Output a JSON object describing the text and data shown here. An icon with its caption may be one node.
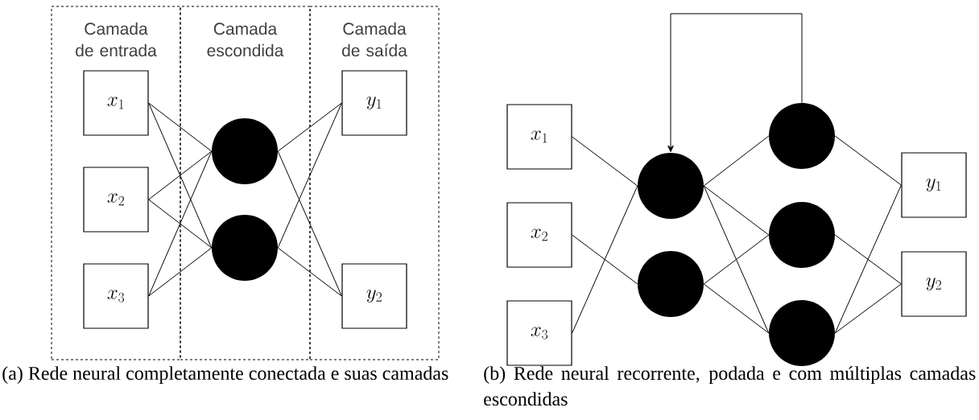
{
  "diagram": {
    "nodes": [
      {
        "text": [
          "Camada de entrada"
        ]
      },
      {
        "text": [
          "Camada escondida"
        ]
      },
      {
        "text": [
          "Camada de saída"
        ]
      },
      {
        "text": [
          "x_1"
        ],
        "in": 0
      },
      {
        "text": [
          "x_2"
        ],
        "in": 0
      },
      {
        "text": [
          "x_3"
        ],
        "in": 0
      },
      {
        "text": [],
        "shape": "circle",
        "in": 1
      },
      {
        "text": [],
        "shape": "circle",
        "in": 1
      },
      {
        "text": [
          "y_1"
        ],
        "in": 2
      },
      {
        "text": [
          "y_2"
        ],
        "in": 2
      },
      {
        "text": [
          "x_1"
        ]
      },
      {
        "text": [
          "x_2"
        ]
      },
      {
        "text": [
          "x_3"
        ]
      },
      {
        "text": [],
        "shape": "circle"
      },
      {
        "text": [],
        "shape": "circle"
      },
      {
        "text": [],
        "shape": "circle"
      },
      {
        "text": [],
        "shape": "circle"
      },
      {
        "text": [],
        "shape": "circle"
      },
      {
        "text": [
          "y_1"
        ]
      },
      {
        "text": [
          "y_2"
        ]
      }
    ],
    "edges": [
      {
        "from": 3,
        "to": 6,
        "arrow": "none"
      },
      {
        "from": 3,
        "to": 7,
        "arrow": "none"
      },
      {
        "from": 4,
        "to": 6,
        "arrow": "none"
      },
      {
        "from": 4,
        "to": 7,
        "arrow": "none"
      },
      {
        "from": 5,
        "to": 6,
        "arrow": "none"
      },
      {
        "from": 5,
        "to": 7,
        "arrow": "none"
      },
      {
        "from": 6,
        "to": 8,
        "arrow": "none"
      },
      {
        "from": 6,
        "to": 9,
        "arrow": "none"
      },
      {
        "from": 7,
        "to": 8,
        "arrow": "none"
      },
      {
        "from": 7,
        "to": 9,
        "arrow": "none"
      },
      {
        "from": 10,
        "to": 13,
        "arrow": "none"
      },
      {
        "from": 11,
        "to": 14,
        "arrow": "none"
      },
      {
        "from": 12,
        "to": 13,
        "arrow": "none"
      },
      {
        "from": 13,
        "to": 15,
        "arrow": "none"
      },
      {
        "from": 13,
        "to": 16,
        "arrow": "none"
      },
      {
        "from": 13,
        "to": 17,
        "arrow": "none"
      },
      {
        "from": 14,
        "to": 16,
        "arrow": "none"
      },
      {
        "from": 14,
        "to": 17,
        "arrow": "none"
      },
      {
        "from": 15,
        "to": 18,
        "arrow": "none"
      },
      {
        "from": 16,
        "to": 19,
        "arrow": "none"
      },
      {
        "from": 17,
        "to": 18,
        "arrow": "none"
      },
      {
        "from": 17,
        "to": 19,
        "arrow": "none"
      },
      {
        "from": 15,
        "to": 13,
        "arrow": "to"
      }
    ],
    "labels": [
      "(a) Rede neural completamente conectada e suas camadas",
      "(b) Rede neural recorrente, podada e com múltiplas camadas escondidas"
    ]
  }
}
